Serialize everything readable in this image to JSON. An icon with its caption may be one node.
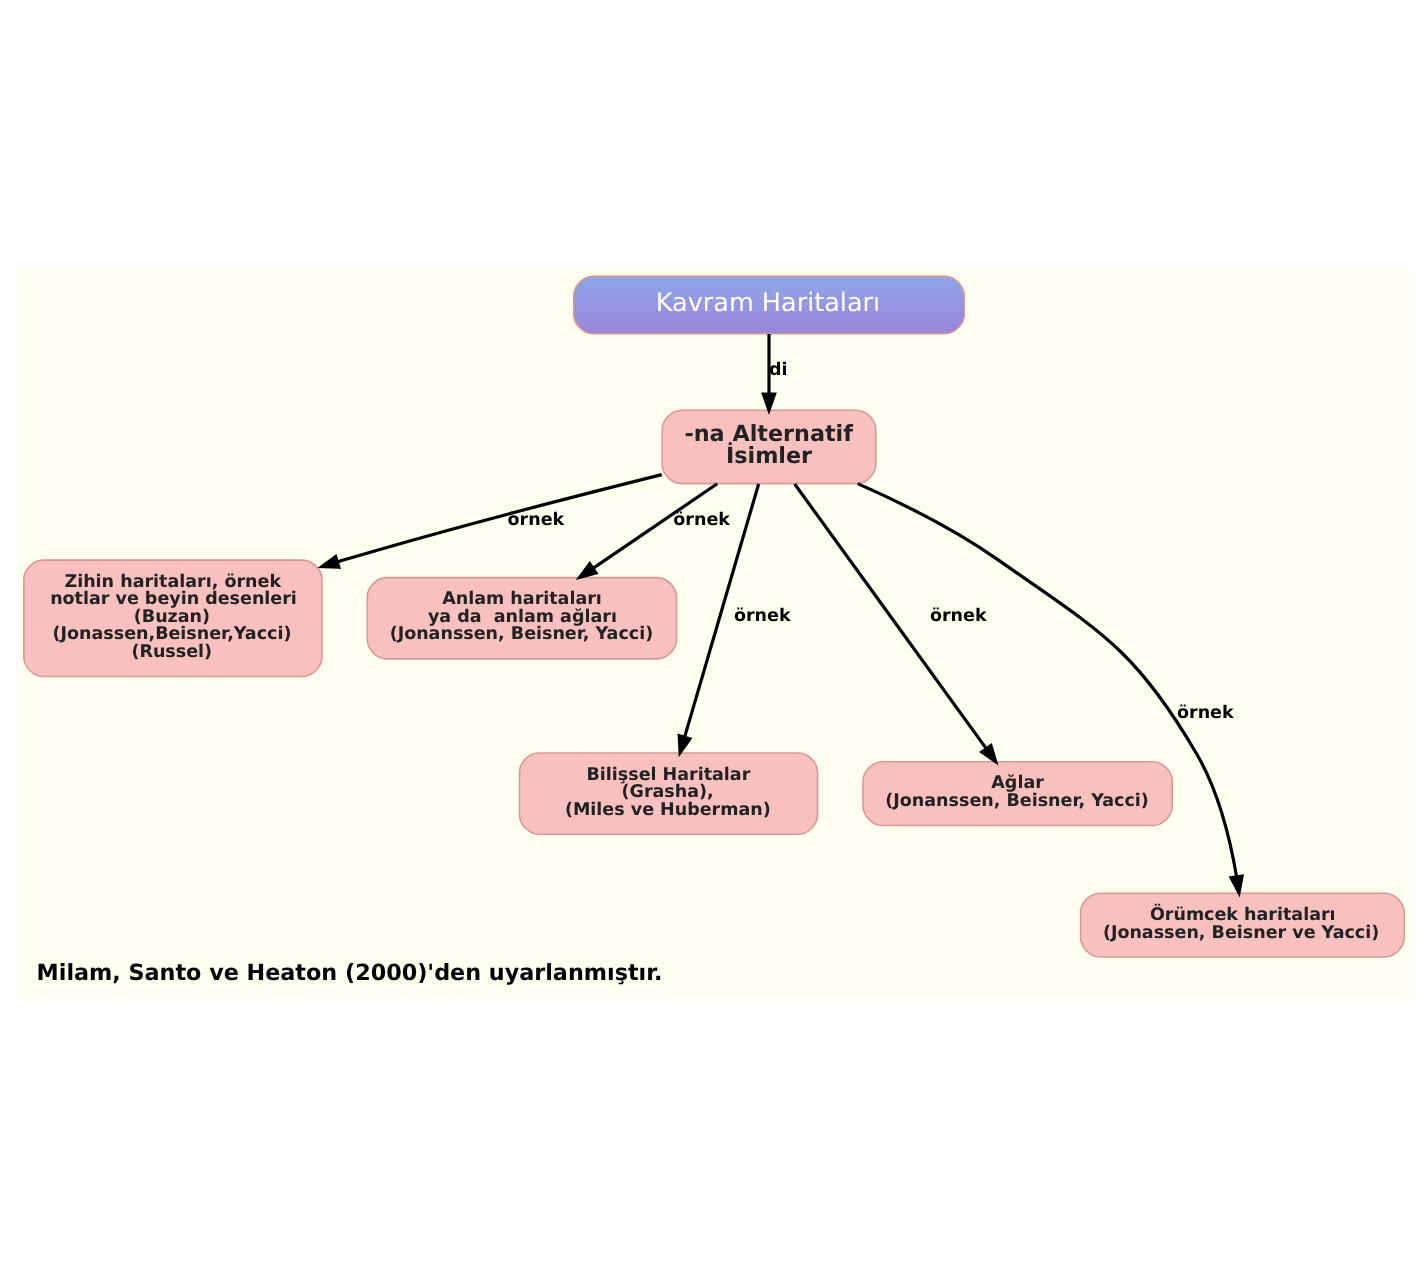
{
  "diagram": {
    "caption": "Milam, Santo ve Heaton (2000)'den uyarlanmıştır.",
    "nodes": [
      {
        "text": [
          "Kavram Haritaları"
        ]
      },
      {
        "text": [
          "-na Alternatif İsimler"
        ]
      },
      {
        "text": [
          "Zihin haritaları, örnek notlar ve beyin desenleri (Buzan) (Jonassen,Beisner,Yacci) (Russel)"
        ]
      },
      {
        "text": [
          "Anlam haritaları ya da  anlam ağları (Jonanssen, Beisner, Yacci)"
        ]
      },
      {
        "text": [
          "Bilişsel Haritalar (Grasha), (Miles ve Huberman)"
        ]
      },
      {
        "text": [
          "Ağlar (Jonanssen, Beisner, Yacci)"
        ]
      },
      {
        "text": [
          "Örümcek haritaları (Jonassen, Beisner ve Yacci)"
        ]
      }
    ],
    "edges": [
      {
        "from": 0,
        "to": 1,
        "arrow": "to",
        "label": "di"
      },
      {
        "from": 1,
        "to": 2,
        "arrow": "to",
        "label": "örnek"
      },
      {
        "from": 1,
        "to": 4,
        "arrow": "to",
        "label": "örnek"
      },
      {
        "from": 1,
        "to": 6,
        "arrow": "to",
        "label": "örnek"
      },
      {
        "from": 1,
        "to": 5,
        "arrow": "to",
        "label": "örnek"
      },
      {
        "from": 1,
        "to": 3,
        "arrow": "to",
        "label": "örnek"
      }
    ]
  }
}
